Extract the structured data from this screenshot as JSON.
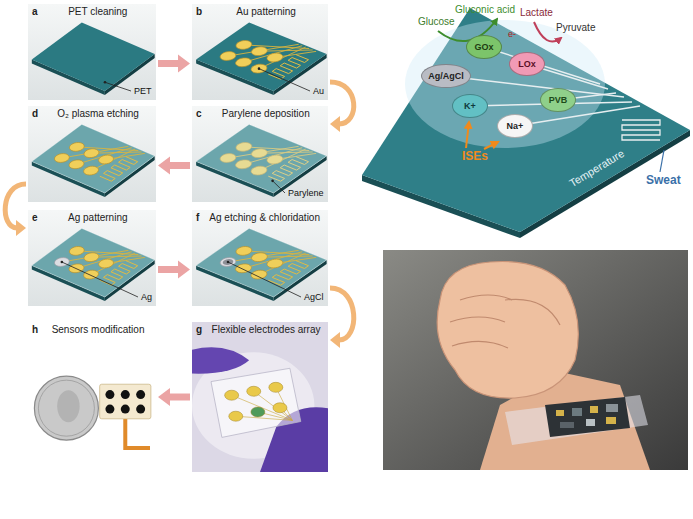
{
  "diagram": {
    "nodes": [
      {
        "text": [
          "a",
          "PET cleaning",
          "PET"
        ]
      },
      {
        "text": [
          "b",
          "Au patterning",
          "Au"
        ]
      },
      {
        "text": [
          "c",
          "Parylene deposition",
          "Parylene"
        ]
      },
      {
        "text": [
          "d",
          "O₂ plasma etching"
        ]
      },
      {
        "text": [
          "e",
          "Ag patterning",
          "Ag"
        ]
      },
      {
        "text": [
          "f",
          "Ag etching & chloridation",
          "AgCl"
        ]
      },
      {
        "text": [
          "g",
          "Flexible electrodes array"
        ]
      },
      {
        "text": [
          "h",
          "Sensors modification"
        ]
      },
      {
        "text": [
          "GOx"
        ]
      },
      {
        "text": [
          "Ag/AgCl"
        ]
      },
      {
        "text": [
          "LOx"
        ]
      },
      {
        "text": [
          "K+"
        ]
      },
      {
        "text": [
          "PVB"
        ]
      },
      {
        "text": [
          "Na+"
        ]
      }
    ],
    "edges": [
      {
        "from": 0,
        "to": 1,
        "arrow": "to"
      },
      {
        "from": 1,
        "to": 2,
        "arrow": "to"
      },
      {
        "from": 2,
        "to": 3,
        "arrow": "to"
      },
      {
        "from": 3,
        "to": 4,
        "arrow": "to"
      },
      {
        "from": 4,
        "to": 5,
        "arrow": "to"
      },
      {
        "from": 5,
        "to": 6,
        "arrow": "to"
      },
      {
        "from": 6,
        "to": 7,
        "arrow": "to"
      }
    ],
    "labels": [
      "Glucose",
      "Gluconic acid",
      "Lactate",
      "Pyruvate",
      "e-",
      "ISEs",
      "Temperature",
      "Sweat"
    ]
  }
}
